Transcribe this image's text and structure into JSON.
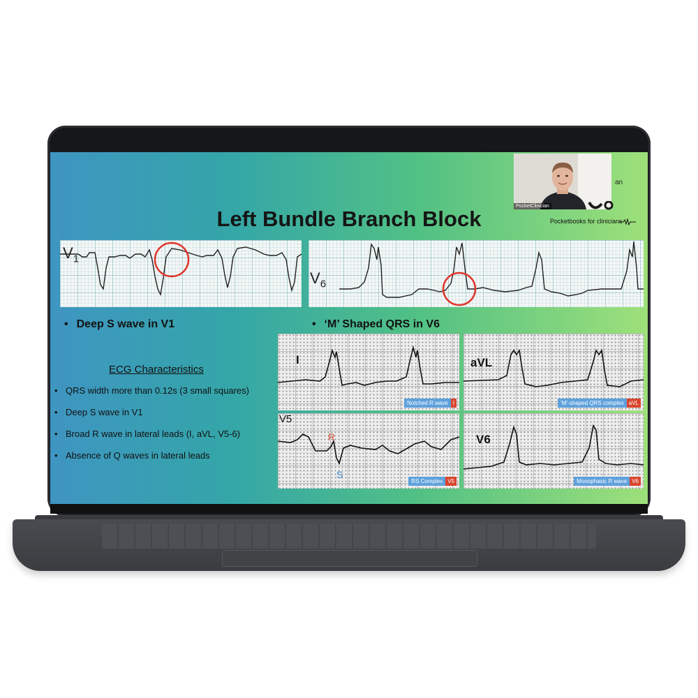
{
  "slide": {
    "title": "Left Bundle Branch Block",
    "strip_v1": {
      "lead": "V",
      "sub": "1"
    },
    "strip_v6": {
      "lead": "V",
      "sub": "6"
    },
    "bullet_left": "Deep S wave in V1",
    "bullet_right": "‘M’ Shaped QRS in V6",
    "characteristics": {
      "title": "ECG Characteristics",
      "items": [
        "QRS width more than 0.12s (3 small squares)",
        "Deep S wave in V1",
        "Broad R wave in lateral leads (I, aVL, V5-6)",
        "Absence of Q waves in lateral leads"
      ]
    },
    "panels": [
      {
        "lead": "I",
        "caption": "Notched R wave",
        "caption_lead": "I"
      },
      {
        "lead": "aVL",
        "caption": "‘M’-shaped QRS complex",
        "caption_lead": "aVL"
      },
      {
        "lead": "V5",
        "caption": "RS Complex",
        "caption_lead": "V5",
        "marker_r": "R",
        "marker_s": "S"
      },
      {
        "lead": "V6",
        "caption": "Monophasic R wave",
        "caption_lead": "V6"
      }
    ],
    "brand": {
      "webcam_name": "PocketClinician",
      "logo_fragment": "an",
      "tagline": "Pocketbooks for clinicians"
    }
  },
  "colors": {
    "circle": "#e0342a",
    "caption_blue": "#5fa1dc",
    "caption_red": "#d9452e",
    "marker_r": "#d9573b",
    "marker_s": "#3f86c9"
  },
  "icons": [
    "heartbeat-icon",
    "logo-circle-icon"
  ]
}
